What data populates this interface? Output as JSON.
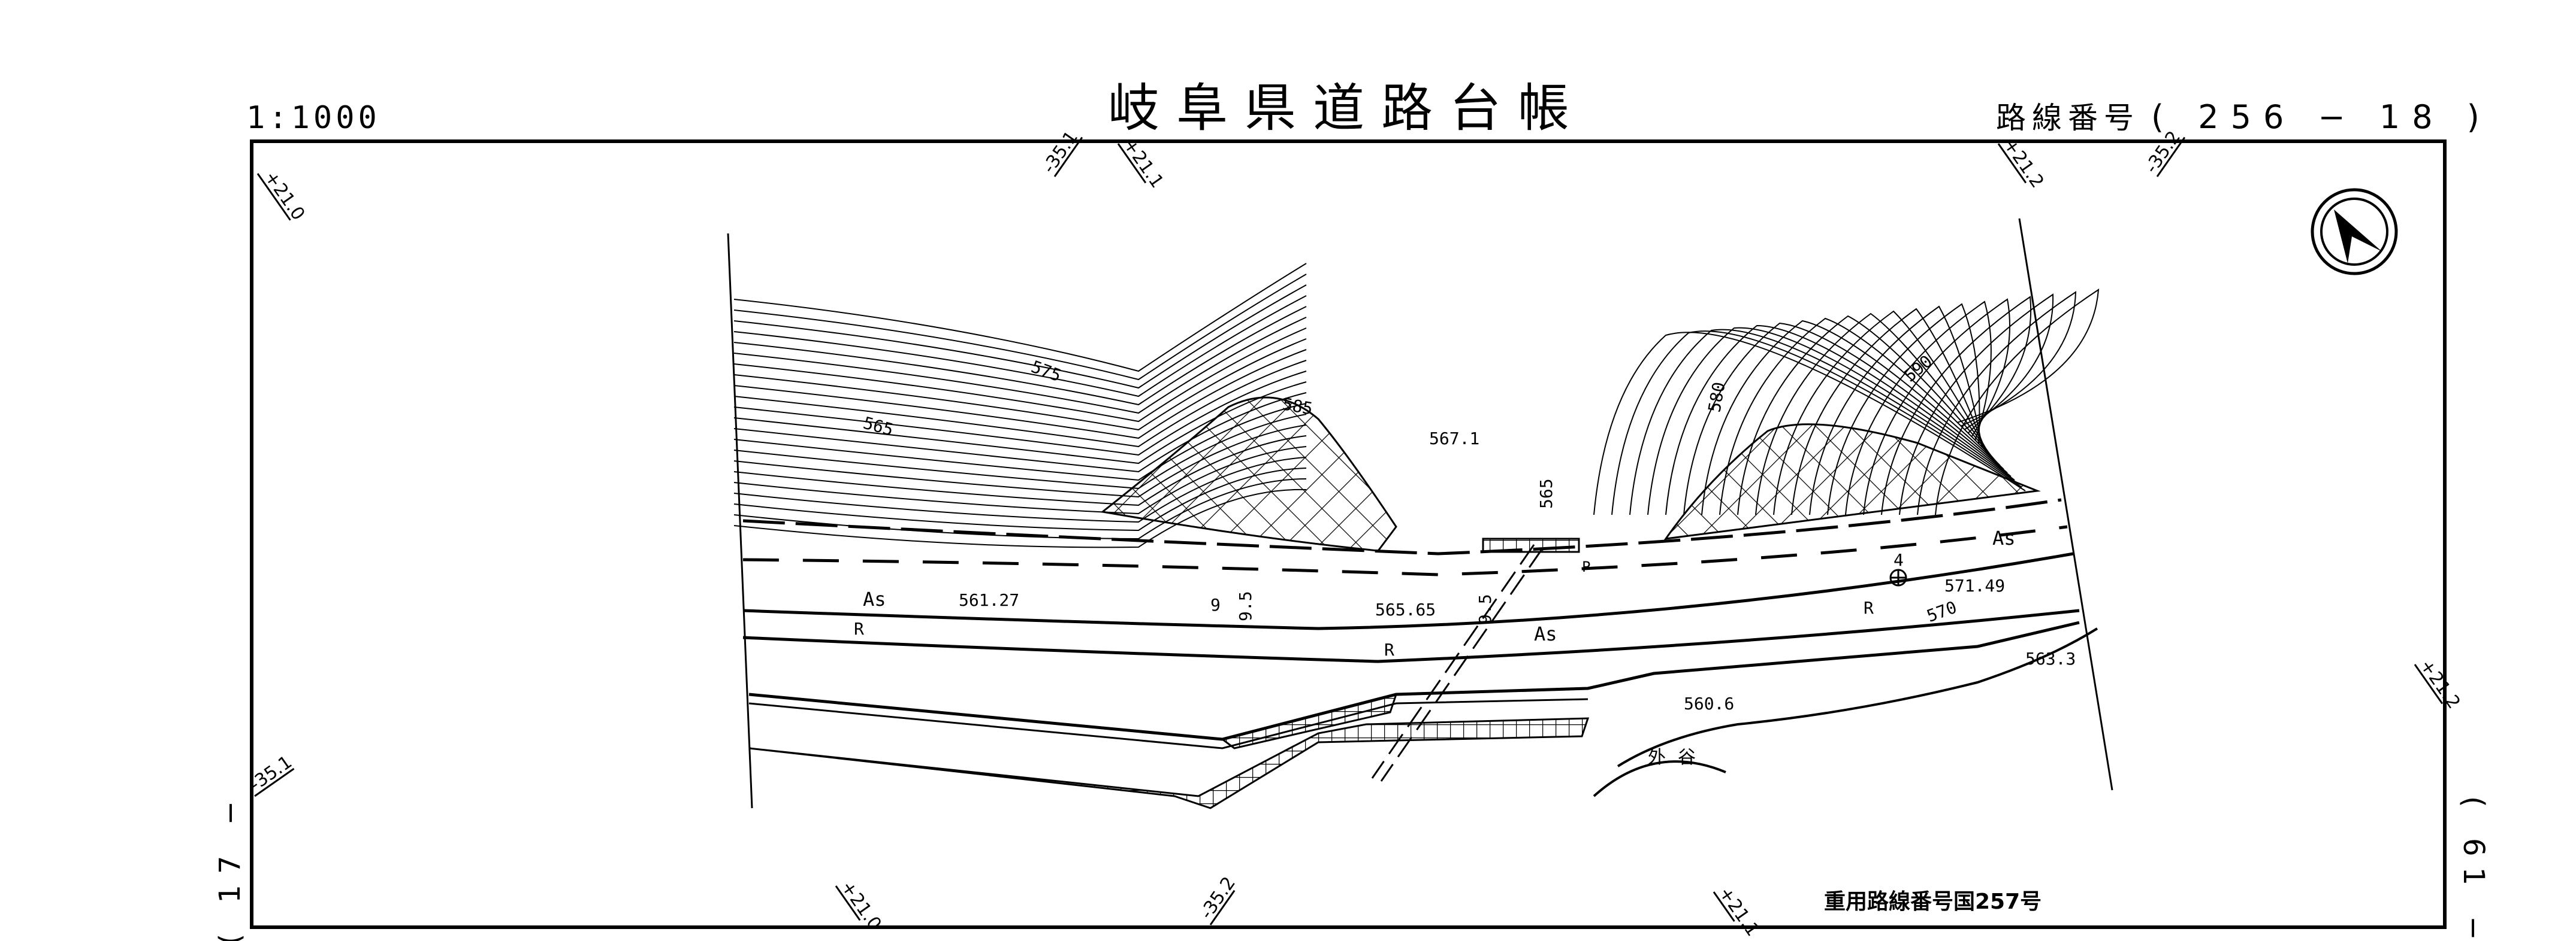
{
  "header": {
    "scale": "1:1000",
    "title": "岐阜県道路台帳",
    "route_label": "路線番号",
    "route_number": "( 256 − 18 )"
  },
  "side_labels": {
    "left": "( 17 −",
    "right": "( 61 −"
  },
  "footer": {
    "note": "重用路線番号国257号"
  },
  "grid_ticks": [
    "+21.0",
    "-35.1",
    "+21.1",
    "+21.2",
    "-35.2",
    "+21.2",
    "-35.1",
    "+21.0",
    "-35.2",
    "+21.1"
  ],
  "map_labels": {
    "contour_575": "575",
    "contour_565a": "565",
    "contour_585": "585",
    "spot_5671": "567.1",
    "contour_565b": "565",
    "contour_580": "580",
    "contour_590": "590",
    "surface_as_1": "As",
    "point_4": "4",
    "spot_57149": "571.49",
    "surface_as_2": "As",
    "spot_56127": "561.27",
    "station_9": "9",
    "width_a": "9.5",
    "spot_56565": "565.65",
    "width_b": "9.5",
    "surface_as_3": "As",
    "r1": "R",
    "r2": "R",
    "r3": "R",
    "contour_570": "570",
    "spot_5633": "563.3",
    "spot_5606": "560.6",
    "place_sotodani": "外谷",
    "p_mark": "P"
  },
  "north_arrow": "north-arrow"
}
